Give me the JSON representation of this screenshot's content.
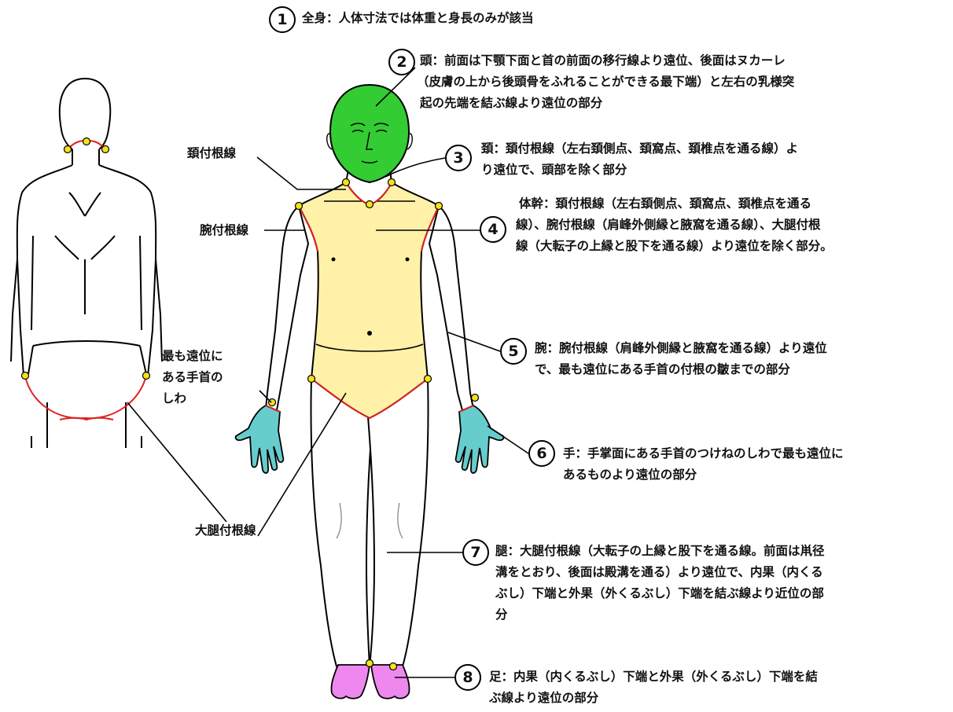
{
  "colors": {
    "head": "#33cc33",
    "trunk": "#fff2a8",
    "hand": "#66cccc",
    "foot": "#ee88ee",
    "boundary": "#e02020",
    "point": "#f4e21a"
  },
  "regions": [
    {
      "num": "1",
      "lines": [
        "全身：人体寸法では体重と身長のみが該当"
      ]
    },
    {
      "num": "2",
      "lines": [
        "頭：前面は下顎下面と首の前面の移行線より遠位、後面はヌカーレ",
        "（皮膚の上から後頭骨をふれることができる最下端）と左右の乳様突",
        "起の先端を結ぶ線より遠位の部分"
      ]
    },
    {
      "num": "3",
      "lines": [
        "頚：頚付根線（左右頚側点、頚窩点、頚椎点を通る線）よ",
        "り遠位で、頭部を除く部分"
      ]
    },
    {
      "num": "4",
      "lines": [
        "体幹：頚付根線（左右頚側点、頚窩点、頚椎点を通る",
        "線）、腕付根線（肩峰外側縁と腋窩を通る線）、大腿付根",
        "線（大転子の上縁と股下を通る線）より遠位を除く部分。"
      ]
    },
    {
      "num": "5",
      "lines": [
        "腕：腕付根線（肩峰外側縁と腋窩を通る線）より遠位",
        "で、最も遠位にある手首の付根の皺までの部分"
      ]
    },
    {
      "num": "6",
      "lines": [
        "手：手掌面にある手首のつけねのしわで最も遠位に",
        "あるものより遠位の部分"
      ]
    },
    {
      "num": "7",
      "lines": [
        "腿：大腿付根線（大転子の上縁と股下を通る線。前面は鼡径",
        "溝をとおり、後面は殿溝を通る）より遠位で、内果（内くる",
        "ぶし）下端と外果（外くるぶし）下端を結ぶ線より近位の部",
        "分"
      ]
    },
    {
      "num": "8",
      "lines": [
        "足：内果（内くるぶし）下端と外果（外くるぶし）下端を結",
        "ぶ線より遠位の部分"
      ]
    }
  ],
  "labels": {
    "neck_root": "頚付根線",
    "arm_root": "腕付根線",
    "wrist_crease": [
      "最も遠位に",
      "ある手首の",
      "しわ"
    ],
    "thigh_root": "大腿付根線"
  }
}
